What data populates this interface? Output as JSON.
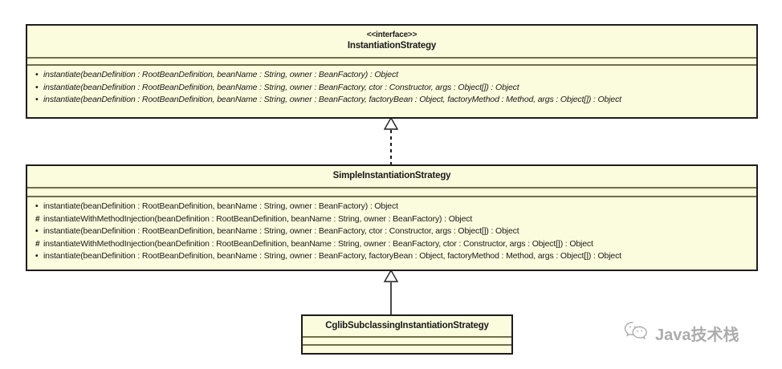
{
  "diagram": {
    "type": "uml-class-diagram",
    "background_color": "#ffffff",
    "box_fill_color": "#fbfbdd",
    "box_border_color": "#1d1d1d",
    "classes": [
      {
        "id": "interface",
        "stereotype": "<<interface>>",
        "name": "InstantiationStrategy",
        "attributes": [],
        "operations": [
          {
            "visibility": "•",
            "signature": "instantiate(beanDefinition : RootBeanDefinition, beanName : String, owner : BeanFactory) : Object",
            "italic": true
          },
          {
            "visibility": "•",
            "signature": "instantiate(beanDefinition : RootBeanDefinition, beanName : String, owner : BeanFactory, ctor : Constructor, args : Object[]) : Object",
            "italic": true
          },
          {
            "visibility": "•",
            "signature": "instantiate(beanDefinition : RootBeanDefinition, beanName : String, owner : BeanFactory, factoryBean : Object, factoryMethod : Method, args : Object[]) : Object",
            "italic": true
          }
        ]
      },
      {
        "id": "simple",
        "stereotype": "",
        "name": "SimpleInstantiationStrategy",
        "attributes": [],
        "operations": [
          {
            "visibility": "•",
            "signature": "instantiate(beanDefinition : RootBeanDefinition, beanName : String, owner : BeanFactory) : Object",
            "italic": false
          },
          {
            "visibility": "#",
            "signature": "instantiateWithMethodInjection(beanDefinition : RootBeanDefinition, beanName : String, owner : BeanFactory) : Object",
            "italic": false
          },
          {
            "visibility": "•",
            "signature": "instantiate(beanDefinition : RootBeanDefinition, beanName : String, owner : BeanFactory, ctor : Constructor, args : Object[]) : Object",
            "italic": false
          },
          {
            "visibility": "#",
            "signature": "instantiateWithMethodInjection(beanDefinition : RootBeanDefinition, beanName : String, owner : BeanFactory, ctor : Constructor, args : Object[]) : Object",
            "italic": false
          },
          {
            "visibility": "•",
            "signature": "instantiate(beanDefinition : RootBeanDefinition, beanName : String, owner : BeanFactory, factoryBean : Object, factoryMethod : Method, args : Object[]) : Object",
            "italic": false
          }
        ]
      },
      {
        "id": "cglib",
        "stereotype": "",
        "name": "CglibSubclassingInstantiationStrategy",
        "attributes": [],
        "operations": []
      }
    ],
    "relationships": [
      {
        "id": "realization",
        "from": "simple",
        "to": "interface",
        "kind": "realization",
        "line": "dashed",
        "arrowhead": "hollow-triangle"
      },
      {
        "id": "generalization",
        "from": "cglib",
        "to": "simple",
        "kind": "generalization",
        "line": "solid",
        "arrowhead": "hollow-triangle"
      }
    ]
  },
  "watermark": {
    "icon": "wechat-icon",
    "text": "Java技术栈"
  }
}
